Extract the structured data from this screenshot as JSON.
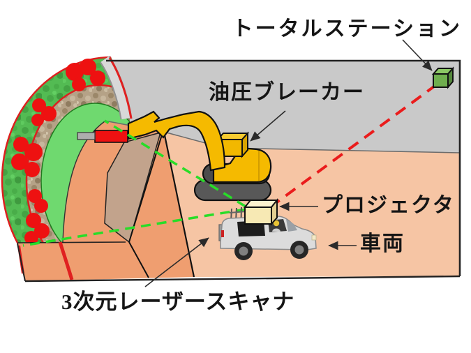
{
  "diagram": {
    "description": "Tunnel construction measurement setup diagram",
    "background": "#ffffff",
    "labels": {
      "total_station": "トータルステーション",
      "hydraulic_breaker": "油圧ブレーカー",
      "projector": "プロジェクタ",
      "vehicle": "車両",
      "laser_scanner": "3次元レーザースキャナ"
    },
    "colors": {
      "tunnel_wall_gray": "#c9c9c9",
      "tunnel_rim_light_gray": "#d8d8d8",
      "floor_light": "#f6c5a4",
      "floor_dark": "#ef9e70",
      "muck_shadow": "#c2a38c",
      "shotcrete_green": "#53bb53",
      "inner_green": "#6fd96f",
      "rock_brown": "#b5a287",
      "marker_red": "#ee1111",
      "sightline_red": "#ea1c1c",
      "laser_green": "#28dd28",
      "excavator_yellow": "#f5ba00",
      "track_gray": "#545454",
      "projector_box_cream": "#f7e9b4",
      "total_station_green": "#6fae4e",
      "vehicle_silver": "#dcdcdc",
      "outline_black": "#111111"
    }
  }
}
